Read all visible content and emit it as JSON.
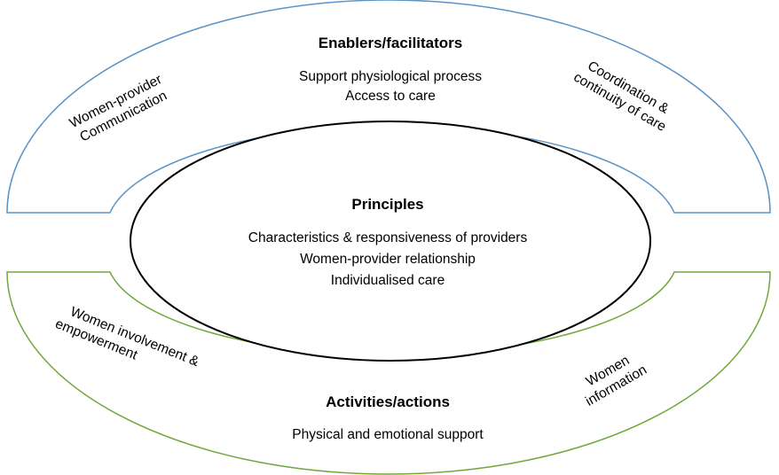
{
  "enablers": {
    "title": "Enablers/facilitators",
    "items": [
      "Support physiological process",
      "Access to care"
    ],
    "left_lines": [
      "Women-provider",
      "Communication"
    ],
    "right_lines": [
      "Coordination &",
      "continuity of care"
    ]
  },
  "principles": {
    "title": "Principles",
    "items": [
      "Characteristics & responsiveness of providers",
      "Women-provider relationship",
      "Individualised care"
    ]
  },
  "activities": {
    "title": "Activities/actions",
    "items": [
      "Physical and emotional support"
    ],
    "left_lines": [
      "Women involvement &",
      "empowerment"
    ],
    "right_lines": [
      "Women",
      "information"
    ]
  },
  "colors": {
    "enablers_stroke": "#5b93c7",
    "activities_stroke": "#70a83b",
    "principles_stroke": "#000000"
  }
}
